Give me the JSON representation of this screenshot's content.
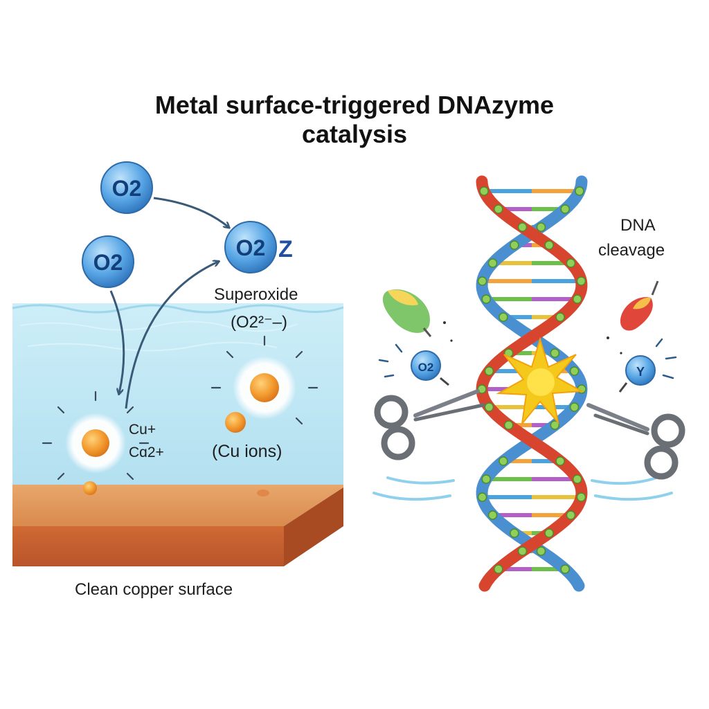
{
  "title": {
    "line1": "Metal surface-triggered DNAzyme",
    "line2": "catalysis"
  },
  "molecules": {
    "o2_left_top": "O2",
    "o2_left_mid": "O2",
    "o2_product": "O2",
    "o2_product_suffix": "Z",
    "o2_small_left": "O2",
    "o2_small_right": "Y"
  },
  "labels": {
    "superoxide": "Superoxide",
    "superoxide_formula": "(O2²⁻–)",
    "cu_plus": "Cu+",
    "cu_2plus": "Cɑ2+",
    "cu_ions": "(Cu ions)",
    "copper_surface": "Clean copper surface",
    "dna_cleavage_line1": "DNA",
    "dna_cleavage_line2": "cleavage"
  },
  "colors": {
    "water": "#bfe6f3",
    "copper_top": "#e39a5c",
    "copper_front": "#c8602b",
    "ion_orange": "#f29a2e",
    "strand_red": "#d8452f",
    "strand_blue": "#4a8fd0",
    "o2_blue": "#3f8ed6",
    "burst_yellow": "#f5c81c"
  },
  "icons": [
    "scissors-icon",
    "spark-icon",
    "ion-glow-icon",
    "arrow-icon"
  ]
}
